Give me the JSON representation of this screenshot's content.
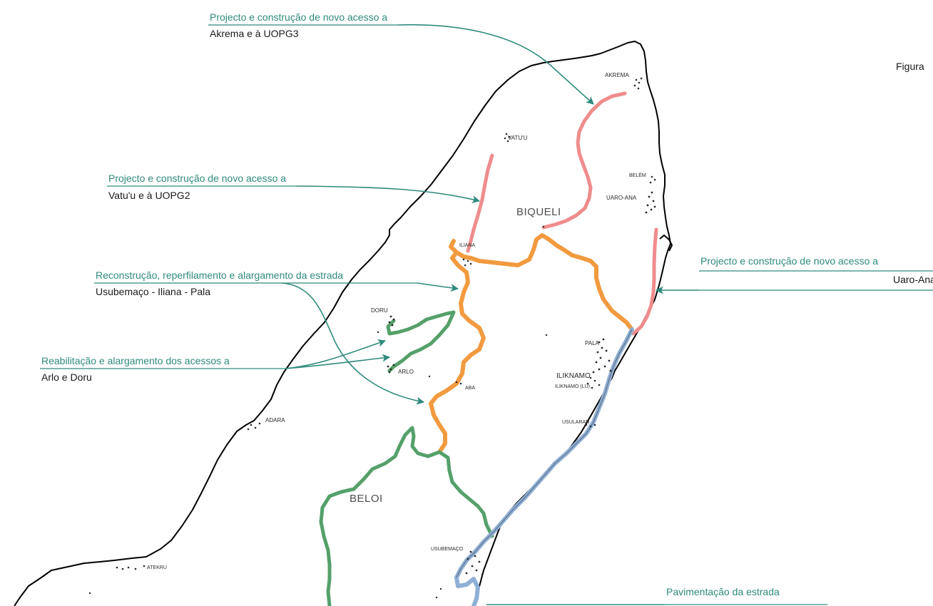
{
  "figure_label": "Figura",
  "colors": {
    "new_access": "#ef8c8c",
    "reconstruction": "#f29a3f",
    "rehabilitation": "#55a06a",
    "paving": "#8fb0d6",
    "annotation": "#2e8a7c",
    "coast": "#000000"
  },
  "annotations": {
    "akrema": {
      "title": "Projecto e construção de novo acesso a",
      "subtitle": "Akrema e à UOPG3"
    },
    "vatuu": {
      "title": "Projecto e construção de novo acesso a",
      "subtitle": "Vatu'u e à UOPG2"
    },
    "reconstruction": {
      "title": "Reconstrução, reperfilamento e alargamento da  estrada",
      "subtitle": "Usubemaço - Iliana - Pala"
    },
    "uaroana": {
      "title": "Projecto e construção de novo acesso a",
      "subtitle": "Uaro-Ana"
    },
    "rehab": {
      "title": "Reabilitação e alargamento dos acessos a",
      "subtitle": "Arlo e Doru"
    },
    "paving": {
      "title": "Pavimentação da estrada"
    }
  },
  "regions": {
    "biqueli": "BIQUELI",
    "beloi": "BELOI"
  },
  "places": {
    "akrema": "AKREMA",
    "vatuu": "VATU'U",
    "belem": "BELÉM",
    "uaroana": "UARO-ANA",
    "iliana": "ILIANA",
    "doru": "DORU",
    "arlo": "ARLO",
    "pala": "PALA",
    "iliknamo": "ILIKNAMO",
    "iliknamo_lu": "ILIKNAMO (LU)",
    "aba": "ABA",
    "usularan": "USULARAN",
    "adara": "ADARA",
    "usubemaco": "USUBEMAÇO",
    "atekru": "ATEKRU"
  }
}
